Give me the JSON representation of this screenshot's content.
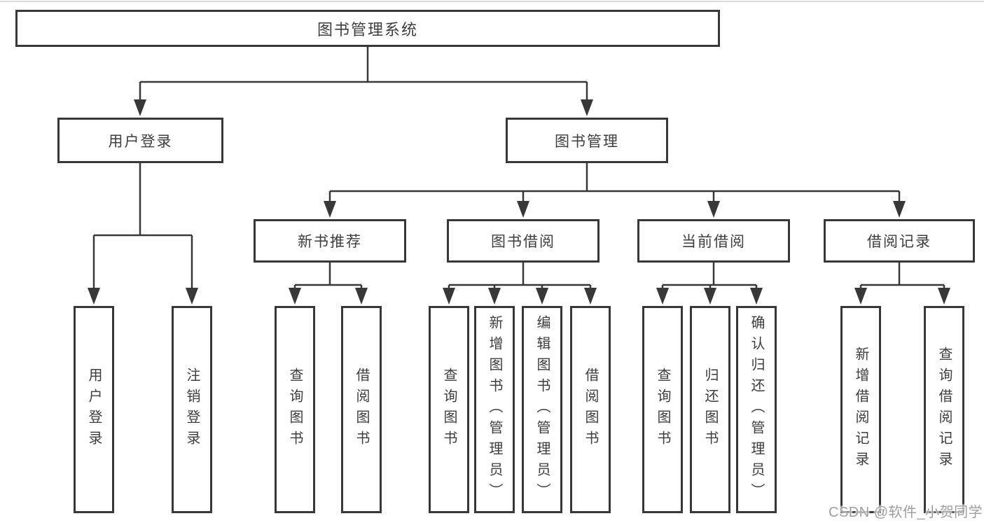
{
  "tree": {
    "root": {
      "label": "图书管理系统",
      "children": [
        {
          "label": "用户登录",
          "children": [
            {
              "label": "用户登录"
            },
            {
              "label": "注销登录"
            }
          ]
        },
        {
          "label": "图书管理",
          "children": [
            {
              "label": "新书推荐",
              "children": [
                {
                  "label": "查询图书"
                },
                {
                  "label": "借阅图书"
                }
              ]
            },
            {
              "label": "图书借阅",
              "children": [
                {
                  "label": "查询图书"
                },
                {
                  "label": "新增图书（管理员）"
                },
                {
                  "label": "编辑图书（管理员）"
                },
                {
                  "label": "借阅图书"
                }
              ]
            },
            {
              "label": "当前借阅",
              "children": [
                {
                  "label": "查询图书"
                },
                {
                  "label": "归还图书"
                },
                {
                  "label": "确认归还（管理员）"
                }
              ]
            },
            {
              "label": "借阅记录",
              "children": [
                {
                  "label": "新增借阅记录"
                },
                {
                  "label": "查询借阅记录"
                }
              ]
            }
          ]
        }
      ]
    }
  },
  "watermark": {
    "text": "CSDN @软件_小贺同学"
  },
  "colors": {
    "line": "#383838",
    "text": "#3d3d3d",
    "watermark_text": "#9e9e9e",
    "background": "#ffffff"
  }
}
